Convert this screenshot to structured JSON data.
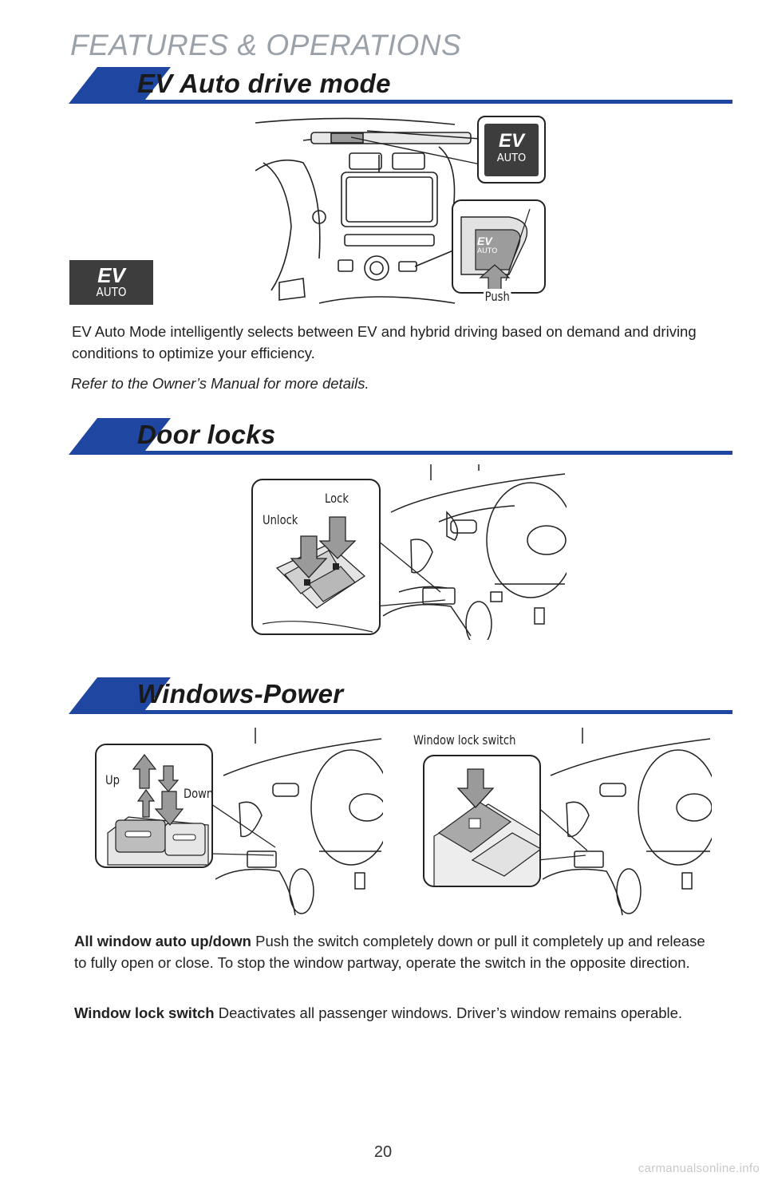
{
  "page": {
    "heading": "FEATURES & OPERATIONS",
    "page_number": "20",
    "watermark": "carmanualsonline.info"
  },
  "colors": {
    "accent_blue": "#1f46a0",
    "heading_gray": "#9aa1a8"
  },
  "sections": {
    "ev_auto": {
      "title": "EV Auto drive mode",
      "badge_top": "EV",
      "badge_bottom": "AUTO",
      "push_label": "Push",
      "body": "EV Auto Mode intelligently selects between EV and hybrid driving based on demand and driving conditions to optimize your efficiency.",
      "note": "Refer to the Owner’s Manual for more details."
    },
    "door_locks": {
      "title": "Door locks",
      "label_lock": "Lock",
      "label_unlock": "Unlock"
    },
    "windows": {
      "title": "Windows-Power",
      "label_up": "Up",
      "label_down": "Down",
      "label_window_lock": "Window lock switch",
      "auto_term": "All window auto up/down",
      "auto_text": " Push the switch completely down or pull it completely up and release to fully open or close. To stop the window partway, operate the switch in the opposite direction.",
      "lock_term": "Window lock switch",
      "lock_text": " Deactivates all passenger windows. Driver’s window remains operable."
    }
  }
}
